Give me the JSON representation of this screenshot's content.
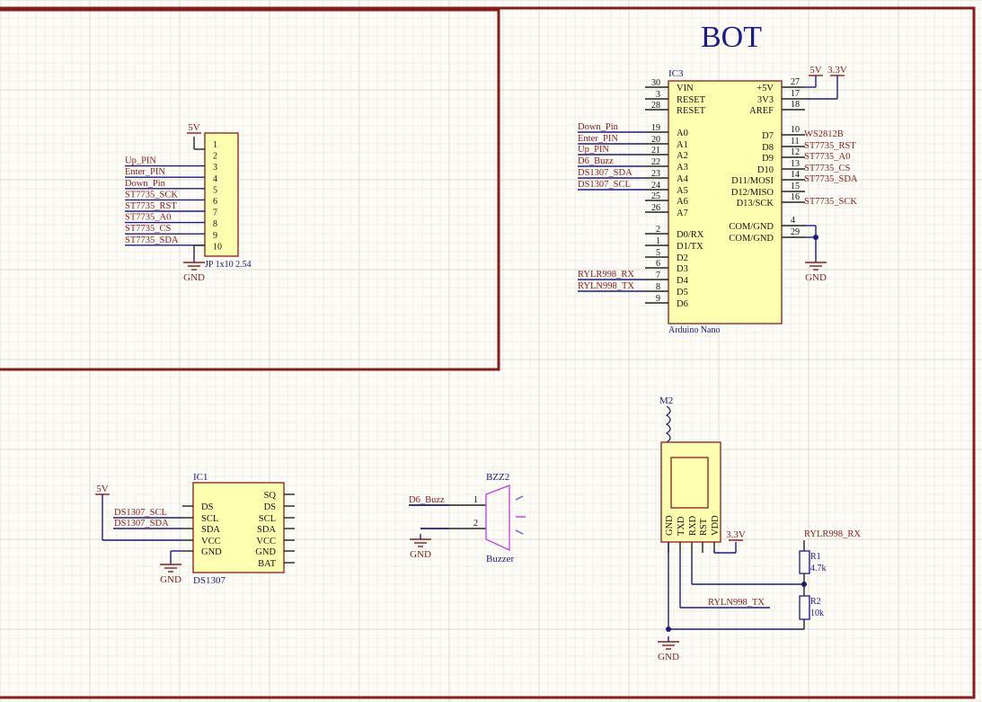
{
  "title": "BOT",
  "colors": {
    "border": "#8b1a1a",
    "wire": "#1a1a8c",
    "part_fill": "#ffffb0",
    "part_stroke": "#8b1a1a",
    "net_label": "#8b1a1a",
    "designator": "#1a1a8c",
    "buzzer": "#c040e0"
  },
  "ic3": {
    "ref": "IC3",
    "name": "Arduino Nano",
    "left_pins": [
      {
        "num": "30",
        "name": "VIN",
        "net": ""
      },
      {
        "num": "3",
        "name": "RESET",
        "net": ""
      },
      {
        "num": "28",
        "name": "RESET",
        "net": ""
      },
      {
        "num": "19",
        "name": "A0",
        "net": "Down_Pin"
      },
      {
        "num": "20",
        "name": "A1",
        "net": "Enter_PIN"
      },
      {
        "num": "21",
        "name": "A2",
        "net": "Up_PIN"
      },
      {
        "num": "22",
        "name": "A3",
        "net": "D6_Buzz"
      },
      {
        "num": "23",
        "name": "A4",
        "net": "DS1307_SDA"
      },
      {
        "num": "24",
        "name": "A5",
        "net": "DS1307_SCL"
      },
      {
        "num": "25",
        "name": "A6",
        "net": ""
      },
      {
        "num": "26",
        "name": "A7",
        "net": ""
      },
      {
        "num": "2",
        "name": "D0/RX",
        "net": ""
      },
      {
        "num": "1",
        "name": "D1/TX",
        "net": ""
      },
      {
        "num": "5",
        "name": "D2",
        "net": ""
      },
      {
        "num": "6",
        "name": "D3",
        "net": ""
      },
      {
        "num": "7",
        "name": "D4",
        "net": "RYLR998_RX"
      },
      {
        "num": "8",
        "name": "D5",
        "net": "RYLN998_TX"
      },
      {
        "num": "9",
        "name": "D6",
        "net": ""
      }
    ],
    "right_pins": [
      {
        "num": "27",
        "name": "+5V",
        "net": ""
      },
      {
        "num": "17",
        "name": "3V3",
        "net": ""
      },
      {
        "num": "18",
        "name": "AREF",
        "net": ""
      },
      {
        "num": "10",
        "name": "D7",
        "net": "WS2812B"
      },
      {
        "num": "11",
        "name": "D8",
        "net": "ST7735_RST"
      },
      {
        "num": "12",
        "name": "D9",
        "net": "ST7735_A0"
      },
      {
        "num": "13",
        "name": "D10",
        "net": "ST7735_CS"
      },
      {
        "num": "14",
        "name": "D11/MOSI",
        "net": "ST7735_SDA"
      },
      {
        "num": "15",
        "name": "D12/MISO",
        "net": ""
      },
      {
        "num": "16",
        "name": "D13/SCK",
        "net": "ST7735_SCK"
      },
      {
        "num": "4",
        "name": "COM/GND",
        "net": ""
      },
      {
        "num": "29",
        "name": "COM/GND",
        "net": ""
      }
    ],
    "power": [
      "5V",
      "3.3V",
      "GND"
    ]
  },
  "jp": {
    "name": "JP 1x10 2.54",
    "pins": [
      {
        "num": "1",
        "net": "5V"
      },
      {
        "num": "2",
        "net": "Up_PIN"
      },
      {
        "num": "3",
        "net": "Enter_PIN"
      },
      {
        "num": "4",
        "net": "Down_Pin"
      },
      {
        "num": "5",
        "net": "ST7735_SCK"
      },
      {
        "num": "6",
        "net": "ST7735_RST"
      },
      {
        "num": "7",
        "net": "ST7735_A0"
      },
      {
        "num": "8",
        "net": "ST7735_CS"
      },
      {
        "num": "9",
        "net": "ST7735_SDA"
      },
      {
        "num": "10",
        "net": "GND"
      }
    ]
  },
  "ic1": {
    "ref": "IC1",
    "name": "DS1307",
    "left_pins": [
      "DS",
      "SCL",
      "SDA",
      "VCC",
      "GND"
    ],
    "right_pins": [
      "SQ",
      "DS",
      "SCL",
      "SDA",
      "VCC",
      "GND",
      "BAT"
    ],
    "nets": [
      "5V",
      "DS1307_SCL",
      "DS1307_SDA",
      "GND"
    ]
  },
  "bzz": {
    "ref": "BZZ2",
    "name": "Buzzer",
    "pins": [
      "1",
      "2"
    ],
    "nets": [
      "D6_Buzz",
      "GND"
    ]
  },
  "m2": {
    "ref": "M2",
    "pins": [
      "GND",
      "TXD",
      "RXD",
      "RST",
      "VDD"
    ],
    "nets": [
      "3.3V",
      "RYLR998_RX",
      "RYLN998_TX",
      "GND"
    ],
    "r1": {
      "ref": "R1",
      "value": "4.7k"
    },
    "r2": {
      "ref": "R2",
      "value": "10k"
    }
  }
}
